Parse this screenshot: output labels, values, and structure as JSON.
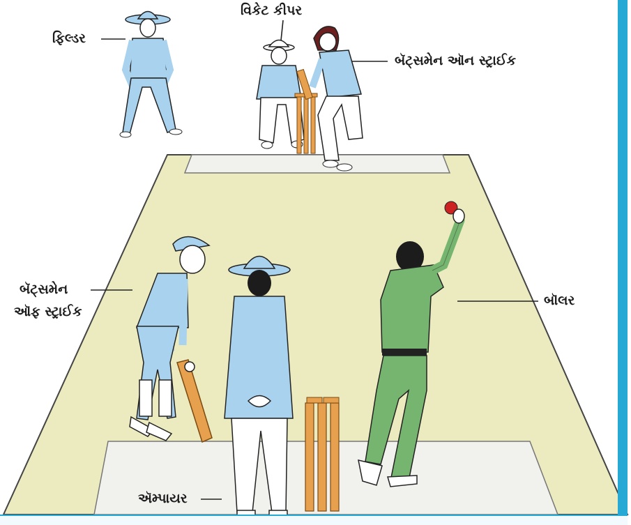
{
  "labels": {
    "fielder": "ફિલ્ડર",
    "wicket_keeper": "વિકેટ કીપર",
    "batsman_on_strike": "બૅટ્સમેન ઑન સ્ટ્રાઈક",
    "batsman_off_strike_line1": "બૅટ્સમેન",
    "batsman_off_strike_line2": "ઑફ સ્ટ્રાઈક",
    "bowler": "બૉલર",
    "umpire": "ઍમ્પાયર"
  },
  "colors": {
    "pitch": "#ecebc0",
    "crease": "#f1f1ee",
    "light_blue_kit": "#a9d2ee",
    "green_kit": "#76b56f",
    "stumps": "#e7a04d",
    "ball": "#cc2222",
    "frame_border": "#27a9d6"
  }
}
